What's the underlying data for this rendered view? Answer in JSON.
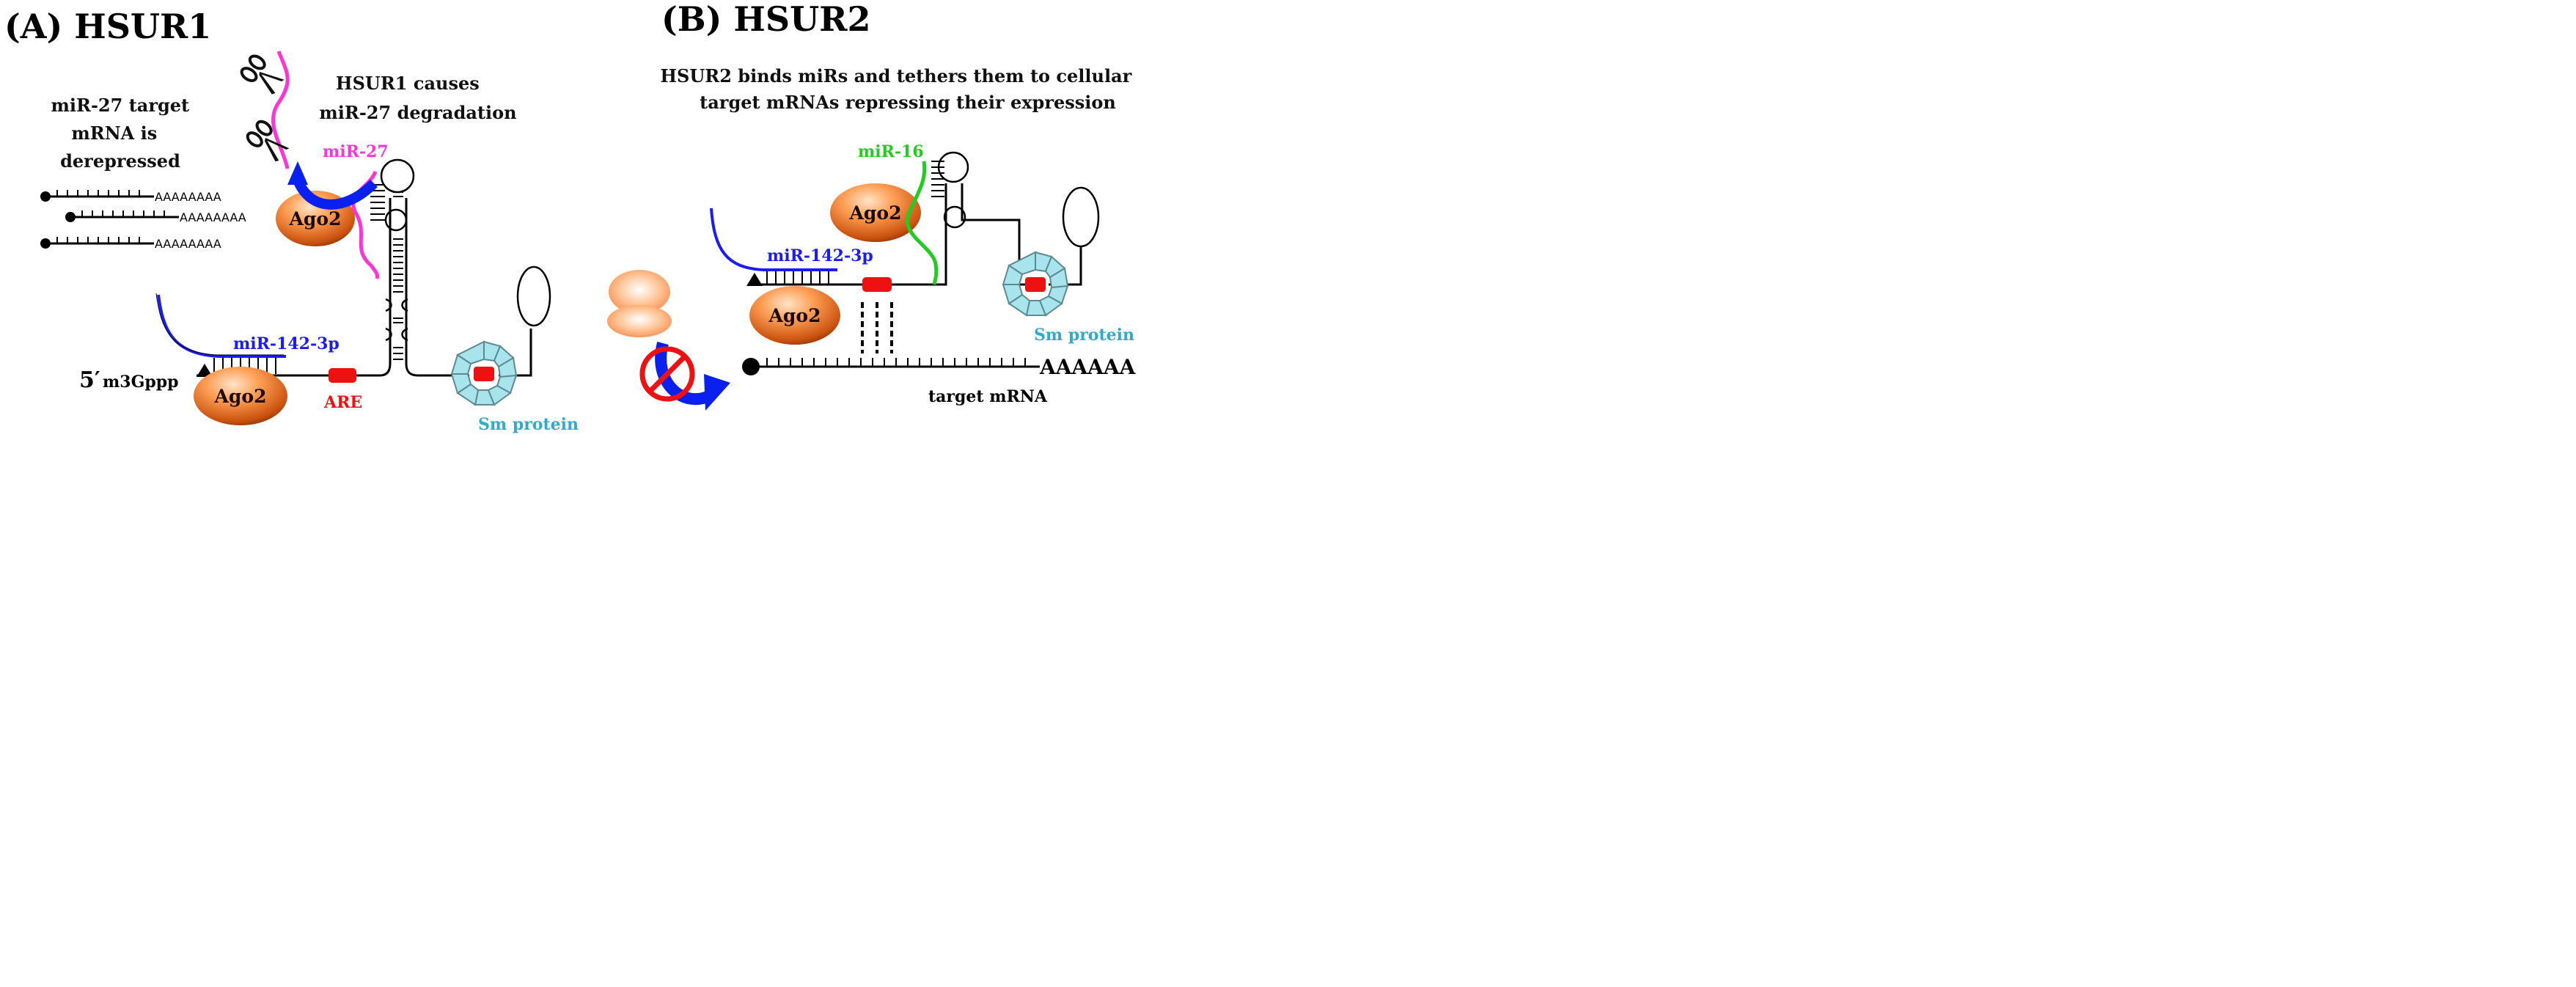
{
  "panel_a": {
    "title": "(A) HSUR1",
    "caption_right": [
      "HSUR1 causes",
      "miR-27 degradation"
    ],
    "caption_left": [
      "miR-27 target",
      "mRNA is",
      "derepressed"
    ],
    "polya_short": "AAAAAAAA",
    "mir27_label": "miR-27",
    "mir142_label": "miR-142-3p",
    "ago2_label": "Ago2",
    "cap_prime": "5′",
    "cap_label": "m3Gppp",
    "are_label": "ARE",
    "sm_label": "Sm protein"
  },
  "panel_b": {
    "title": "(B) HSUR2",
    "caption": [
      "HSUR2 binds miRs and tethers them to cellular",
      "target mRNAs repressing their expression"
    ],
    "mir16_label": "miR-16",
    "mir142_label": "miR-142-3p",
    "ago2_label": "Ago2",
    "sm_label": "Sm protein",
    "polya": "AAAAAA",
    "target_label": "target mRNA"
  },
  "colors": {
    "mir27": "#ff33d6",
    "mir142": "#1a1aff",
    "mir16": "#22cc22",
    "are": "#ee1111",
    "sm": "#33aacc",
    "sm_fill": "#a8e4ec",
    "ago_light": "#ffd8b0",
    "ago_dark": "#c85a14",
    "arrow": "#0a20ee",
    "no_sign": "#ee1111"
  },
  "icons": [
    "scissors-icon",
    "scissors-icon",
    "no-entry-icon",
    "curved-arrow-icon"
  ]
}
